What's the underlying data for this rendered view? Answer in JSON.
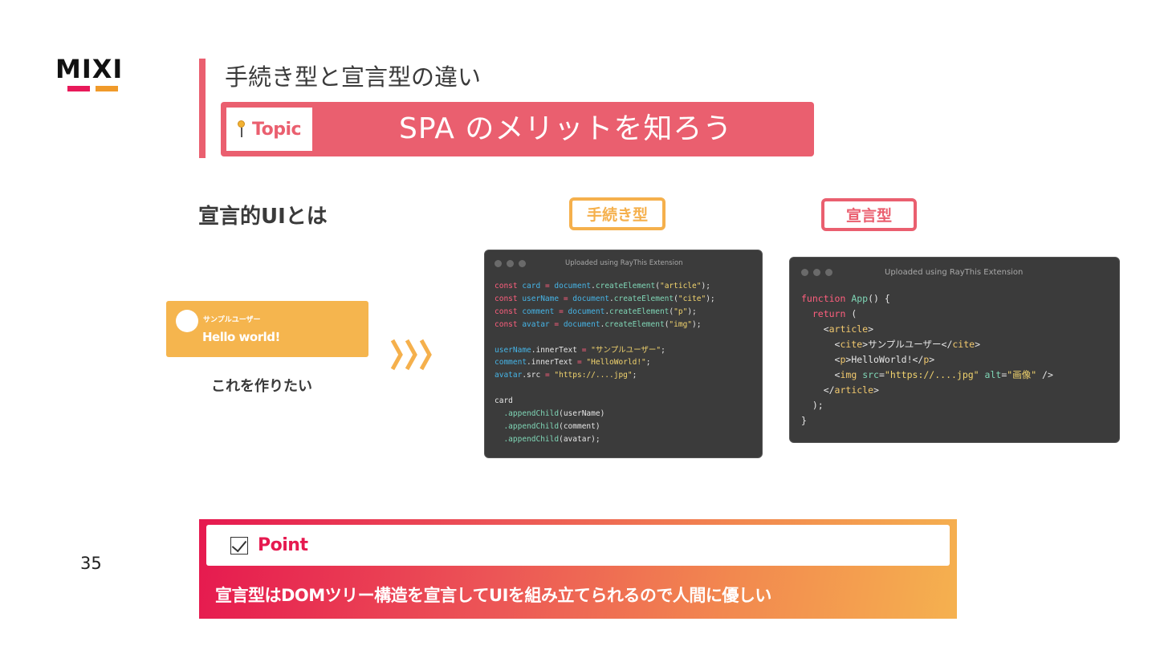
{
  "logo": {
    "text": "MIXI",
    "colors": [
      "#e8195a",
      "#f09a2a"
    ]
  },
  "header": {
    "section_title": "手続き型と宣言型の違い",
    "topic_label": "Topic",
    "topic_text": "SPA のメリットを知ろう"
  },
  "main": {
    "subheading": "宣言的UIとは",
    "tag_procedural": "手続き型",
    "tag_declarative": "宣言型",
    "sample_card": {
      "user": "サンプルユーザー",
      "message": "Hello world!"
    },
    "caption": "これを作りたい"
  },
  "code_procedural": {
    "title": "Uploaded using RayThis Extension",
    "lines": [
      [
        [
          "k",
          "const "
        ],
        [
          "v",
          "card"
        ],
        [
          "k",
          " = "
        ],
        [
          "v",
          "document"
        ],
        [
          "p",
          "."
        ],
        [
          "f",
          "createElement"
        ],
        [
          "p",
          "("
        ],
        [
          "s",
          "\"article\""
        ],
        [
          "p",
          ");"
        ]
      ],
      [
        [
          "k",
          "const "
        ],
        [
          "v",
          "userName"
        ],
        [
          "k",
          " = "
        ],
        [
          "v",
          "document"
        ],
        [
          "p",
          "."
        ],
        [
          "f",
          "createElement"
        ],
        [
          "p",
          "("
        ],
        [
          "s",
          "\"cite\""
        ],
        [
          "p",
          ");"
        ]
      ],
      [
        [
          "k",
          "const "
        ],
        [
          "v",
          "comment"
        ],
        [
          "k",
          " = "
        ],
        [
          "v",
          "document"
        ],
        [
          "p",
          "."
        ],
        [
          "f",
          "createElement"
        ],
        [
          "p",
          "("
        ],
        [
          "s",
          "\"p\""
        ],
        [
          "p",
          ");"
        ]
      ],
      [
        [
          "k",
          "const "
        ],
        [
          "v",
          "avatar"
        ],
        [
          "k",
          " = "
        ],
        [
          "v",
          "document"
        ],
        [
          "p",
          "."
        ],
        [
          "f",
          "createElement"
        ],
        [
          "p",
          "("
        ],
        [
          "s",
          "\"img\""
        ],
        [
          "p",
          ");"
        ]
      ],
      [
        [
          "p",
          ""
        ]
      ],
      [
        [
          "v",
          "userName"
        ],
        [
          "p",
          ".innerText "
        ],
        [
          "k",
          "= "
        ],
        [
          "s",
          "\"サンプルユーザー\""
        ],
        [
          "p",
          ";"
        ]
      ],
      [
        [
          "v",
          "comment"
        ],
        [
          "p",
          ".innerText "
        ],
        [
          "k",
          "= "
        ],
        [
          "s",
          "\"HelloWorld!\""
        ],
        [
          "p",
          ";"
        ]
      ],
      [
        [
          "v",
          "avatar"
        ],
        [
          "p",
          ".src "
        ],
        [
          "k",
          "= "
        ],
        [
          "s",
          "\"https://....jpg\""
        ],
        [
          "p",
          ";"
        ]
      ],
      [
        [
          "p",
          ""
        ]
      ],
      [
        [
          "p",
          "card"
        ]
      ],
      [
        [
          "p",
          "  "
        ],
        [
          "f",
          ".appendChild"
        ],
        [
          "p",
          "(userName)"
        ]
      ],
      [
        [
          "p",
          "  "
        ],
        [
          "f",
          ".appendChild"
        ],
        [
          "p",
          "(comment)"
        ]
      ],
      [
        [
          "p",
          "  "
        ],
        [
          "f",
          ".appendChild"
        ],
        [
          "p",
          "(avatar);"
        ]
      ]
    ]
  },
  "code_declarative": {
    "title": "Uploaded using RayThis Extension",
    "lines": [
      [
        [
          "k",
          "function "
        ],
        [
          "f",
          "App"
        ],
        [
          "p",
          "() {"
        ]
      ],
      [
        [
          "p",
          "  "
        ],
        [
          "k",
          "return"
        ],
        [
          "p",
          " ("
        ]
      ],
      [
        [
          "p",
          "    <"
        ],
        [
          "t",
          "article"
        ],
        [
          "p",
          ">"
        ]
      ],
      [
        [
          "p",
          "      <"
        ],
        [
          "t",
          "cite"
        ],
        [
          "p",
          ">サンプルユーザー</"
        ],
        [
          "t",
          "cite"
        ],
        [
          "p",
          ">"
        ]
      ],
      [
        [
          "p",
          "      <"
        ],
        [
          "t",
          "p"
        ],
        [
          "p",
          ">HelloWorld!</"
        ],
        [
          "t",
          "p"
        ],
        [
          "p",
          ">"
        ]
      ],
      [
        [
          "p",
          "      <"
        ],
        [
          "t",
          "img"
        ],
        [
          "p",
          " "
        ],
        [
          "f",
          "src"
        ],
        [
          "p",
          "="
        ],
        [
          "s",
          "\"https://....jpg\""
        ],
        [
          "p",
          " "
        ],
        [
          "f",
          "alt"
        ],
        [
          "p",
          "="
        ],
        [
          "s",
          "\"画像\""
        ],
        [
          "p",
          " />"
        ]
      ],
      [
        [
          "p",
          "    </"
        ],
        [
          "t",
          "article"
        ],
        [
          "p",
          ">"
        ]
      ],
      [
        [
          "p",
          "  );"
        ]
      ],
      [
        [
          "p",
          "}"
        ]
      ]
    ]
  },
  "footer": {
    "page_number": "35",
    "point_label": "Point",
    "point_text": "宣言型はDOMツリー構造を宣言してUIを組み立てられるので人間に優しい"
  },
  "colors": {
    "accent": "#ea5f6f",
    "orange": "#f5b04c",
    "code_bg": "#3b3b3b"
  }
}
